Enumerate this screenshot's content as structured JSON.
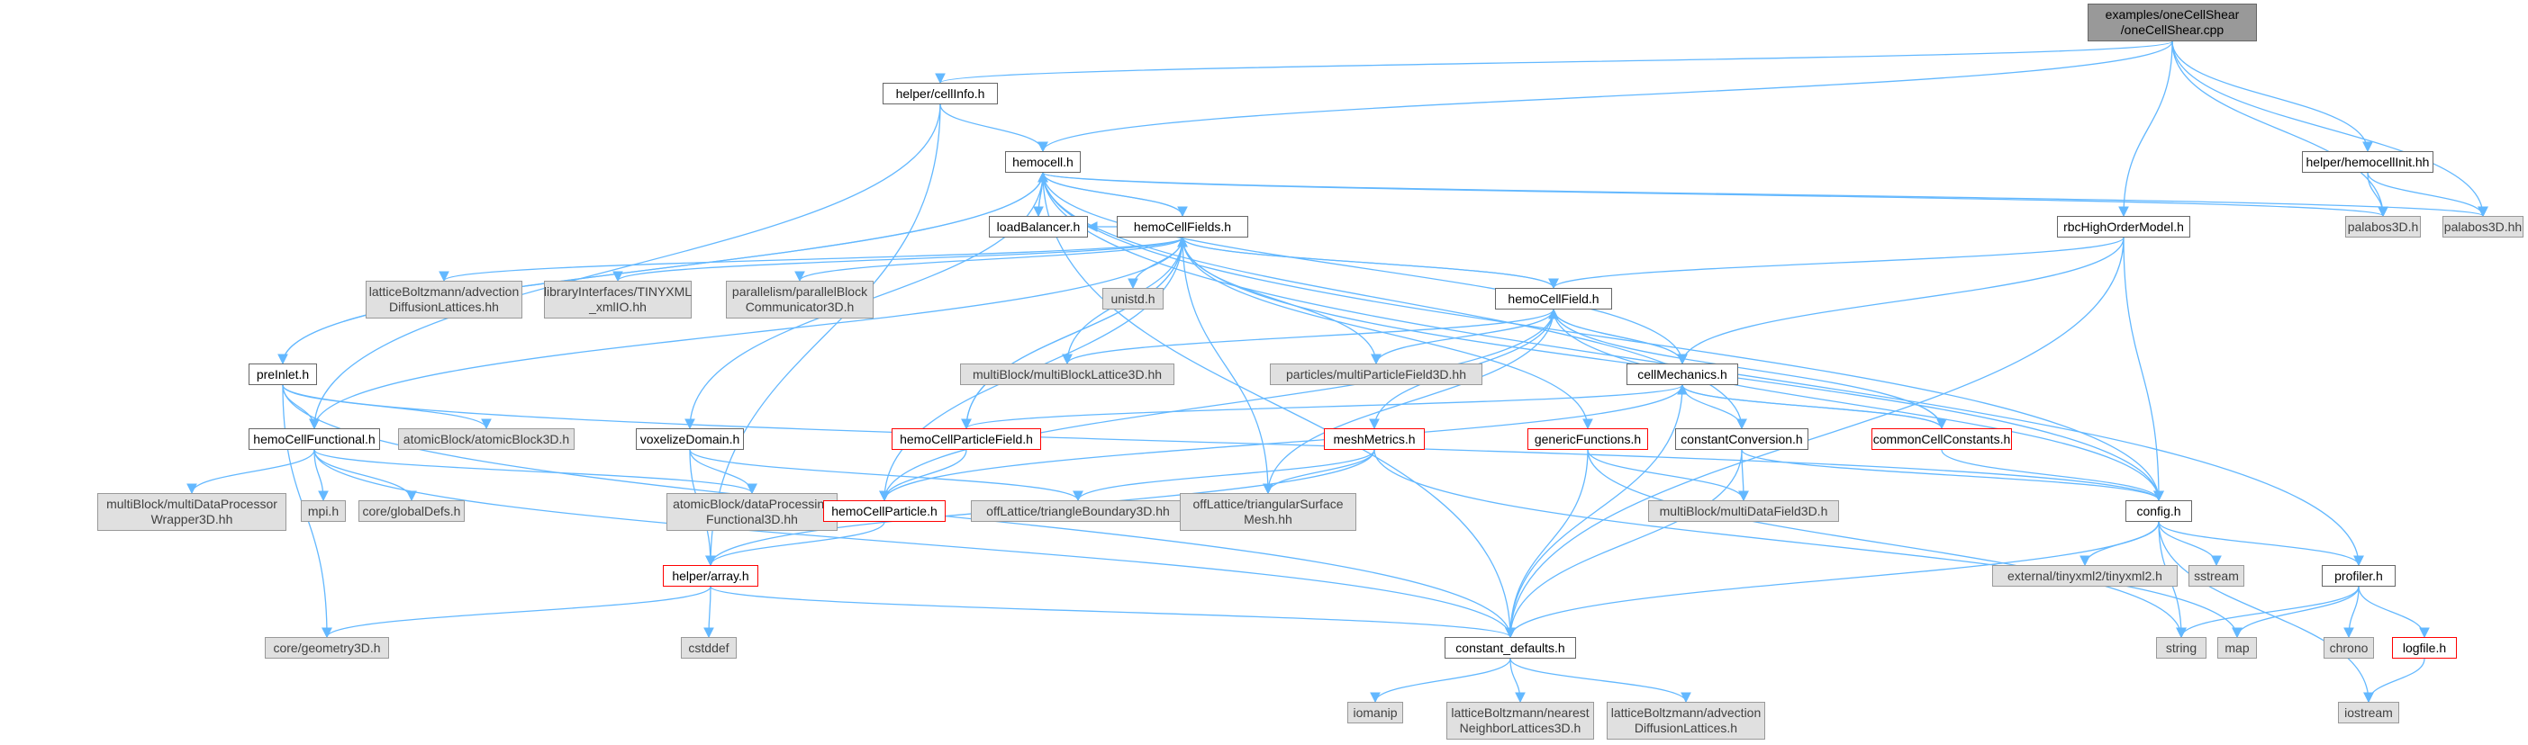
{
  "colors": {
    "edge": "#63b8ff",
    "root_fill": "#999999",
    "external_fill": "#e0e0e0",
    "node_border": "#666666",
    "incomplete_border": "#ff0000"
  },
  "nodes": [
    {
      "id": "root",
      "label": "examples/oneCellShear\n/oneCellShear.cpp",
      "kind": "root"
    },
    {
      "id": "cellinfo",
      "label": "helper/cellInfo.h",
      "kind": "plain"
    },
    {
      "id": "hemocell",
      "label": "hemocell.h",
      "kind": "plain"
    },
    {
      "id": "hemocellinit",
      "label": "helper/hemocellInit.hh",
      "kind": "plain"
    },
    {
      "id": "rbc",
      "label": "rbcHighOrderModel.h",
      "kind": "plain"
    },
    {
      "id": "palabos3dh",
      "label": "palabos3D.h",
      "kind": "gray"
    },
    {
      "id": "palabos3dhh",
      "label": "palabos3D.hh",
      "kind": "gray"
    },
    {
      "id": "loadbalancer",
      "label": "loadBalancer.h",
      "kind": "plain"
    },
    {
      "id": "hcfields",
      "label": "hemoCellFields.h",
      "kind": "plain"
    },
    {
      "id": "hcfield",
      "label": "hemoCellField.h",
      "kind": "plain"
    },
    {
      "id": "lbadv",
      "label": "latticeBoltzmann/advection\nDiffusionLattices.hh",
      "kind": "gray"
    },
    {
      "id": "tinyxml",
      "label": "libraryInterfaces/TINYXML\n_xmlIO.hh",
      "kind": "gray"
    },
    {
      "id": "parallelism",
      "label": "parallelism/parallelBlock\nCommunicator3D.h",
      "kind": "gray"
    },
    {
      "id": "unistd",
      "label": "unistd.h",
      "kind": "gray"
    },
    {
      "id": "mbl",
      "label": "multiBlock/multiBlockLattice3D.hh",
      "kind": "gray"
    },
    {
      "id": "mpf",
      "label": "particles/multiParticleField3D.hh",
      "kind": "gray"
    },
    {
      "id": "prelnlet",
      "label": "preInlet.h",
      "kind": "plain"
    },
    {
      "id": "cellmech",
      "label": "cellMechanics.h",
      "kind": "plain"
    },
    {
      "id": "hcfunc",
      "label": "hemoCellFunctional.h",
      "kind": "plain"
    },
    {
      "id": "ab3d",
      "label": "atomicBlock/atomicBlock3D.h",
      "kind": "gray"
    },
    {
      "id": "voxelize",
      "label": "voxelizeDomain.h",
      "kind": "plain"
    },
    {
      "id": "hcpfield",
      "label": "hemoCellParticleField.h",
      "kind": "red"
    },
    {
      "id": "meshmetrics",
      "label": "meshMetrics.h",
      "kind": "red"
    },
    {
      "id": "genericfn",
      "label": "genericFunctions.h",
      "kind": "red"
    },
    {
      "id": "constconv",
      "label": "constantConversion.h",
      "kind": "plain"
    },
    {
      "id": "commoncell",
      "label": "commonCellConstants.h",
      "kind": "red"
    },
    {
      "id": "mbdp",
      "label": "multiBlock/multiDataProcessor\nWrapper3D.hh",
      "kind": "gray"
    },
    {
      "id": "mpi",
      "label": "mpi.h",
      "kind": "gray"
    },
    {
      "id": "globaldefs",
      "label": "core/globalDefs.h",
      "kind": "gray"
    },
    {
      "id": "abdp",
      "label": "atomicBlock/dataProcessing\nFunctional3D.hh",
      "kind": "gray"
    },
    {
      "id": "hcparticle",
      "label": "hemoCellParticle.h",
      "kind": "red"
    },
    {
      "id": "tribound",
      "label": "offLattice/triangleBoundary3D.hh",
      "kind": "gray"
    },
    {
      "id": "trisurf",
      "label": "offLattice/triangularSurface\nMesh.hh",
      "kind": "gray"
    },
    {
      "id": "mbdf",
      "label": "multiBlock/multiDataField3D.h",
      "kind": "gray"
    },
    {
      "id": "config",
      "label": "config.h",
      "kind": "plain"
    },
    {
      "id": "array",
      "label": "helper/array.h",
      "kind": "red"
    },
    {
      "id": "extxml",
      "label": "external/tinyxml2/tinyxml2.h",
      "kind": "gray"
    },
    {
      "id": "sstream",
      "label": "sstream",
      "kind": "gray"
    },
    {
      "id": "profiler",
      "label": "profiler.h",
      "kind": "plain"
    },
    {
      "id": "geom",
      "label": "core/geometry3D.h",
      "kind": "gray"
    },
    {
      "id": "cstddef",
      "label": "cstddef",
      "kind": "gray"
    },
    {
      "id": "constdef",
      "label": "constant_defaults.h",
      "kind": "plain"
    },
    {
      "id": "string",
      "label": "string",
      "kind": "gray"
    },
    {
      "id": "map",
      "label": "map",
      "kind": "gray"
    },
    {
      "id": "chrono",
      "label": "chrono",
      "kind": "gray"
    },
    {
      "id": "logfile",
      "label": "logfile.h",
      "kind": "red"
    },
    {
      "id": "iomanip",
      "label": "iomanip",
      "kind": "gray"
    },
    {
      "id": "lbnn",
      "label": "latticeBoltzmann/nearest\nNeighborLattices3D.h",
      "kind": "gray"
    },
    {
      "id": "lbadvh",
      "label": "latticeBoltzmann/advection\nDiffusionLattices.h",
      "kind": "gray"
    },
    {
      "id": "iostream",
      "label": "iostream",
      "kind": "gray"
    }
  ],
  "edges": [
    [
      "root",
      "cellinfo"
    ],
    [
      "root",
      "hemocell"
    ],
    [
      "root",
      "hemocellinit"
    ],
    [
      "root",
      "rbc"
    ],
    [
      "root",
      "palabos3dh"
    ],
    [
      "root",
      "palabos3dhh"
    ],
    [
      "cellinfo",
      "hemocell"
    ],
    [
      "cellinfo",
      "hcfunc"
    ],
    [
      "cellinfo",
      "array"
    ],
    [
      "hemocellinit",
      "palabos3dh"
    ],
    [
      "hemocellinit",
      "palabos3dhh"
    ],
    [
      "hemocell",
      "palabos3dh"
    ],
    [
      "hemocell",
      "palabos3dhh"
    ],
    [
      "hemocell",
      "loadbalancer"
    ],
    [
      "hemocell",
      "hcfields"
    ],
    [
      "hemocell",
      "prelnlet"
    ],
    [
      "hemocell",
      "voxelize"
    ],
    [
      "hemocell",
      "cellmech"
    ],
    [
      "hemocell",
      "constconv"
    ],
    [
      "hemocell",
      "config"
    ],
    [
      "hemocell",
      "profiler"
    ],
    [
      "hemocell",
      "constdef"
    ],
    [
      "loadbalancer",
      "hemocell"
    ],
    [
      "prelnlet",
      "hemocell"
    ],
    [
      "rbc",
      "hcfield"
    ],
    [
      "rbc",
      "cellmech"
    ],
    [
      "rbc",
      "config"
    ],
    [
      "rbc",
      "constdef"
    ],
    [
      "hcfields",
      "hemocell"
    ],
    [
      "hcfields",
      "loadbalancer"
    ],
    [
      "hcfields",
      "lbadv"
    ],
    [
      "hcfields",
      "tinyxml"
    ],
    [
      "hcfields",
      "parallelism"
    ],
    [
      "hcfields",
      "unistd"
    ],
    [
      "hcfields",
      "mbl"
    ],
    [
      "hcfields",
      "mpf"
    ],
    [
      "hcfields",
      "hcfield"
    ],
    [
      "hcfields",
      "hcpfield"
    ],
    [
      "hcfields",
      "hcparticle"
    ],
    [
      "hcfields",
      "hcfunc"
    ],
    [
      "hcfields",
      "trisurf"
    ],
    [
      "hcfields",
      "genericfn"
    ],
    [
      "hcfields",
      "config"
    ],
    [
      "hcfield",
      "hcfields"
    ],
    [
      "hcfield",
      "mbl"
    ],
    [
      "hcfield",
      "mpf"
    ],
    [
      "hcfield",
      "cellmech"
    ],
    [
      "hcfield",
      "meshmetrics"
    ],
    [
      "hcfield",
      "hcparticle"
    ],
    [
      "hcfield",
      "trisurf"
    ],
    [
      "hcfield",
      "config"
    ],
    [
      "cellmech",
      "hcfield"
    ],
    [
      "cellmech",
      "hcpfield"
    ],
    [
      "cellmech",
      "hcparticle"
    ],
    [
      "cellmech",
      "constconv"
    ],
    [
      "cellmech",
      "commoncell"
    ],
    [
      "cellmech",
      "constdef"
    ],
    [
      "commoncell",
      "cellmech"
    ],
    [
      "commoncell",
      "hcfield"
    ],
    [
      "commoncell",
      "config"
    ],
    [
      "hcpfield",
      "hcfields"
    ],
    [
      "hcpfield",
      "hcparticle"
    ],
    [
      "prelnlet",
      "hcfunc"
    ],
    [
      "prelnlet",
      "ab3d"
    ],
    [
      "prelnlet",
      "geom"
    ],
    [
      "prelnlet",
      "constdef"
    ],
    [
      "prelnlet",
      "config"
    ],
    [
      "hcfunc",
      "mbdp"
    ],
    [
      "hcfunc",
      "mpi"
    ],
    [
      "hcfunc",
      "globaldefs"
    ],
    [
      "hcfunc",
      "abdp"
    ],
    [
      "hcfunc",
      "constdef"
    ],
    [
      "voxelize",
      "abdp"
    ],
    [
      "voxelize",
      "array"
    ],
    [
      "voxelize",
      "tribound"
    ],
    [
      "meshmetrics",
      "tribound"
    ],
    [
      "meshmetrics",
      "trisurf"
    ],
    [
      "meshmetrics",
      "array"
    ],
    [
      "meshmetrics",
      "map"
    ],
    [
      "genericfn",
      "mbdf"
    ],
    [
      "genericfn",
      "constdef"
    ],
    [
      "genericfn",
      "string"
    ],
    [
      "constconv",
      "mbdf"
    ],
    [
      "constconv",
      "config"
    ],
    [
      "constconv",
      "constdef"
    ],
    [
      "hcparticle",
      "array"
    ],
    [
      "array",
      "geom"
    ],
    [
      "array",
      "cstddef"
    ],
    [
      "array",
      "constdef"
    ],
    [
      "config",
      "extxml"
    ],
    [
      "config",
      "sstream"
    ],
    [
      "config",
      "profiler"
    ],
    [
      "config",
      "string"
    ],
    [
      "config",
      "iostream"
    ],
    [
      "config",
      "constdef"
    ],
    [
      "profiler",
      "string"
    ],
    [
      "profiler",
      "map"
    ],
    [
      "profiler",
      "chrono"
    ],
    [
      "profiler",
      "logfile"
    ],
    [
      "logfile",
      "iostream"
    ],
    [
      "constdef",
      "iomanip"
    ],
    [
      "constdef",
      "lbnn"
    ],
    [
      "constdef",
      "lbadvh"
    ]
  ]
}
